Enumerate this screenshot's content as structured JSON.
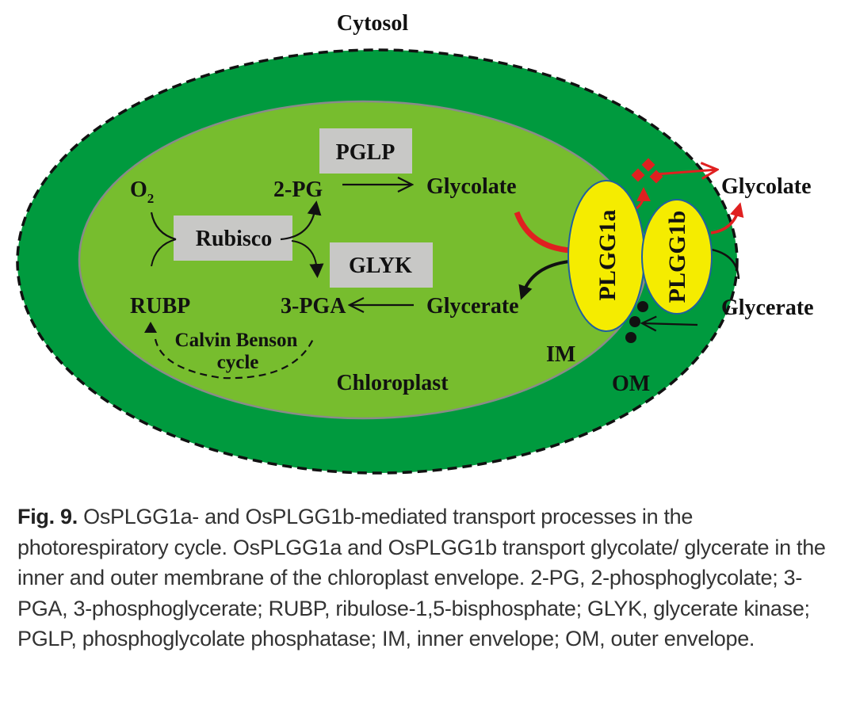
{
  "diagram": {
    "regions": {
      "cytosol": "Cytosol",
      "chloroplast": "Chloroplast",
      "inner_membrane": "IM",
      "outer_membrane": "OM"
    },
    "enzymes": {
      "pglp": "PGLP",
      "rubisco": "Rubisco",
      "glyk": "GLYK"
    },
    "metabolites": {
      "o2": "O",
      "o2_sub": "2",
      "two_pg": "2-PG",
      "glycolate_in": "Glycolate",
      "three_pga": "3-PGA",
      "glycerate_in": "Glycerate",
      "rubp": "RUBP",
      "glycolate_out": "Glycolate",
      "glycerate_out": "Glycerate"
    },
    "cycle": {
      "line1": "Calvin Benson",
      "line2": "cycle"
    },
    "transporters": {
      "plgg1a": "PLGG1a",
      "plgg1b": "PLGG1b"
    },
    "colors": {
      "envelope": "#009a3e",
      "stroma": "#77bd2e",
      "enzyme_box": "#c8c8c6",
      "transporter": "#f5ec00",
      "transporter_border": "#1f5fa0",
      "glycolate_flow": "#e02020",
      "glycerate_flow": "#111111"
    }
  },
  "caption": {
    "label": "Fig. 9.",
    "text": "OsPLGG1a- and OsPLGG1b-mediated transport processes in the photorespiratory cycle. OsPLGG1a and OsPLGG1b transport glycolate/ glycerate in the inner and outer membrane of the chloroplast envelope. 2-PG, 2-phosphoglycolate; 3-PGA, 3-phosphoglycerate; RUBP, ribulose-1,5-bisphosphate; GLYK, glycerate kinase; PGLP, phosphoglycolate phosphatase; IM, inner envelope; OM, outer envelope."
  }
}
